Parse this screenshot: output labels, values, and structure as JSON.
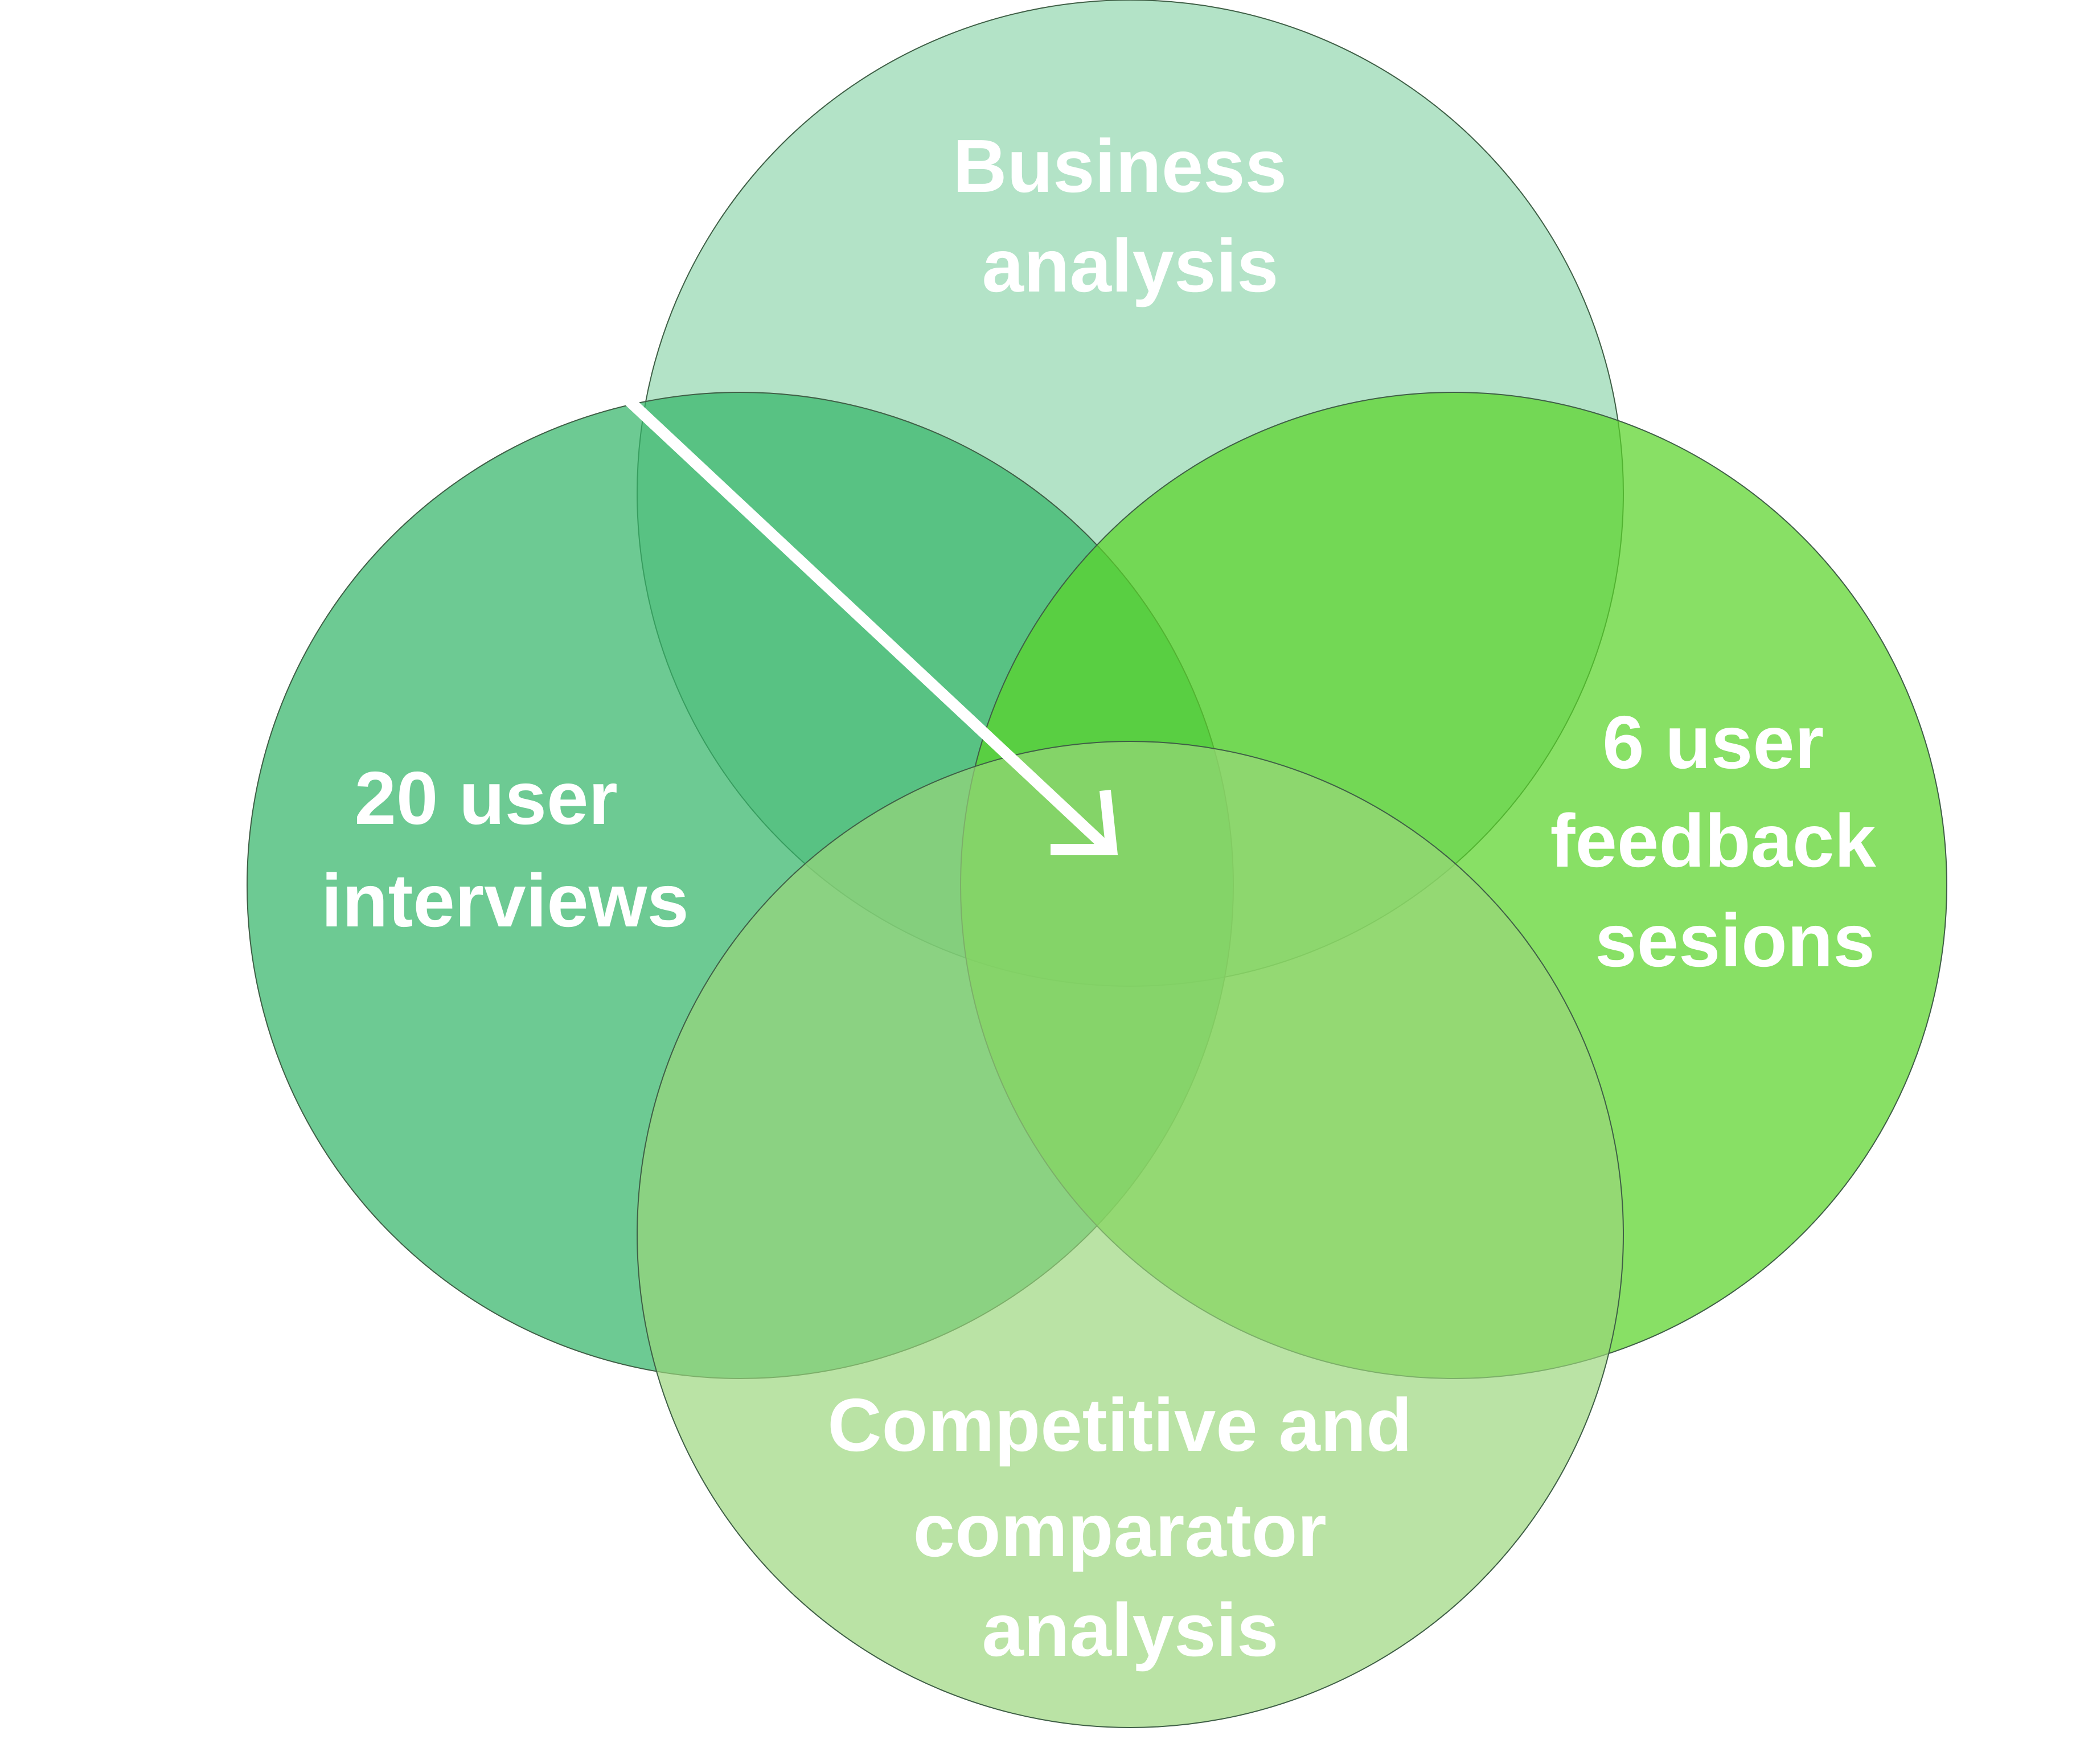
{
  "diagram": {
    "type": "venn",
    "sets": [
      {
        "id": "business",
        "label": [
          "Business",
          "analysis"
        ],
        "color": "#8fd6ad"
      },
      {
        "id": "interviews",
        "label": [
          "20 user",
          "interviews"
        ],
        "color": "#34b66a"
      },
      {
        "id": "feedback",
        "label": [
          "6 user",
          "feedback",
          "sesions"
        ],
        "color": "#5ad42a"
      },
      {
        "id": "competitive",
        "label": [
          "Competitive and",
          "comparator",
          "analysis"
        ],
        "color": "#9ad57a"
      }
    ],
    "arrow": {
      "from": "interviews",
      "to": "center",
      "color": "#ffffff"
    }
  }
}
